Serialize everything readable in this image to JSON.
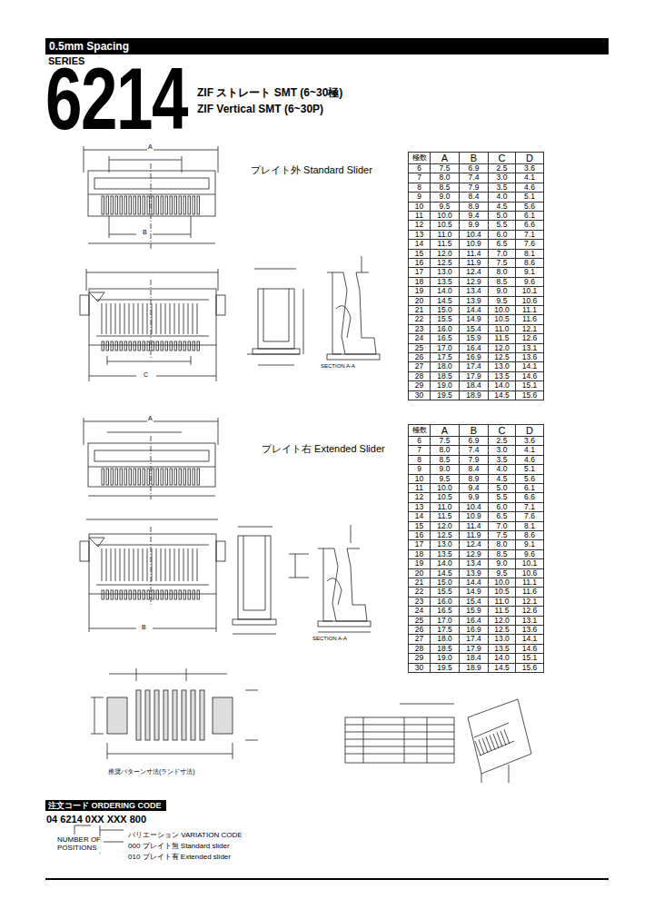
{
  "diagram": {
    "title": "6214",
    "nodes": [
      {
        "text": [
          "0.5mm Spacing"
        ]
      },
      {
        "text": [
          "注文コード ORDERING CODE"
        ]
      }
    ],
    "labels": [
      "SERIES",
      "ZIF ストレート SMT (6~30極)",
      "ZIF Vertical SMT (6~30P)",
      "プレイト外 Standard Slider",
      "プレイト右 Extended Slider",
      "04 6214 0XX XXX 800",
      "NUMBER OF POSITIONS",
      "バリエーション VARIATION CODE",
      "000 プレイト無 Standard slider",
      "010 プレイト有 Extended slider",
      "SECTION A-A",
      "SECTION A-A",
      "A",
      "B",
      "C",
      "A",
      "B",
      "推奨パターン寸法(ランド寸法)",
      "極数",
      "A",
      "B",
      "C",
      "D",
      "6",
      "7.5",
      "6.9",
      "2.5",
      "3.6",
      "7",
      "8.0",
      "7.4",
      "3.0",
      "4.1",
      "8",
      "8.5",
      "7.9",
      "3.5",
      "4.6",
      "9",
      "9.0",
      "8.4",
      "4.0",
      "5.1",
      "10",
      "9.5",
      "8.9",
      "4.5",
      "5.6",
      "11",
      "10.0",
      "9.4",
      "5.0",
      "6.1",
      "12",
      "10.5",
      "9.9",
      "5.5",
      "6.6",
      "13",
      "11.0",
      "10.4",
      "6.0",
      "7.1",
      "14",
      "11.5",
      "10.9",
      "6.5",
      "7.6",
      "15",
      "12.0",
      "11.4",
      "7.0",
      "8.1",
      "16",
      "12.5",
      "11.9",
      "7.5",
      "8.6",
      "17",
      "13.0",
      "12.4",
      "8.0",
      "9.1",
      "18",
      "13.5",
      "12.9",
      "8.5",
      "9.6",
      "19",
      "14.0",
      "13.4",
      "9.0",
      "10.1",
      "20",
      "14.5",
      "13.9",
      "9.5",
      "10.6",
      "21",
      "15.0",
      "14.4",
      "10.0",
      "11.1",
      "22",
      "15.5",
      "14.9",
      "10.5",
      "11.6",
      "23",
      "16.0",
      "15.4",
      "11.0",
      "12.1",
      "24",
      "16.5",
      "15.9",
      "11.5",
      "12.6",
      "25",
      "17.0",
      "16.4",
      "12.0",
      "13.1",
      "26",
      "17.5",
      "16.9",
      "12.5",
      "13.6",
      "27",
      "18.0",
      "17.4",
      "13.0",
      "14.1",
      "28",
      "18.5",
      "17.9",
      "13.5",
      "14.6",
      "29",
      "19.0",
      "18.4",
      "14.0",
      "15.1",
      "30",
      "19.5",
      "18.9",
      "14.5",
      "15.6",
      "極数",
      "A",
      "B",
      "C",
      "D",
      "6",
      "7.5",
      "6.9",
      "2.5",
      "3.6",
      "7",
      "8.0",
      "7.4",
      "3.0",
      "4.1",
      "8",
      "8.5",
      "7.9",
      "3.5",
      "4.6",
      "9",
      "9.0",
      "8.4",
      "4.0",
      "5.1",
      "10",
      "9.5",
      "8.9",
      "4.5",
      "5.6",
      "11",
      "10.0",
      "9.4",
      "5.0",
      "6.1",
      "12",
      "10.5",
      "9.9",
      "5.5",
      "6.6",
      "13",
      "11.0",
      "10.4",
      "6.0",
      "7.1",
      "14",
      "11.5",
      "10.9",
      "6.5",
      "7.6",
      "15",
      "12.0",
      "11.4",
      "7.0",
      "8.1",
      "16",
      "12.5",
      "11.9",
      "7.5",
      "8.6",
      "17",
      "13.0",
      "12.4",
      "8.0",
      "9.1",
      "18",
      "13.5",
      "12.9",
      "8.5",
      "9.6",
      "19",
      "14.0",
      "13.4",
      "9.0",
      "10.1",
      "20",
      "14.5",
      "13.9",
      "9.5",
      "10.6",
      "21",
      "15.0",
      "14.4",
      "10.0",
      "11.1",
      "22",
      "15.5",
      "14.9",
      "10.5",
      "11.6",
      "23",
      "16.0",
      "15.4",
      "11.0",
      "12.1",
      "24",
      "16.5",
      "15.9",
      "11.5",
      "12.6",
      "25",
      "17.0",
      "16.4",
      "12.0",
      "13.1",
      "26",
      "17.5",
      "16.9",
      "12.5",
      "13.6",
      "27",
      "18.0",
      "17.4",
      "13.0",
      "14.1",
      "28",
      "18.5",
      "17.9",
      "13.5",
      "14.6",
      "29",
      "19.0",
      "18.4",
      "14.0",
      "15.1",
      "30",
      "19.5",
      "18.9",
      "14.5",
      "15.6"
    ]
  }
}
